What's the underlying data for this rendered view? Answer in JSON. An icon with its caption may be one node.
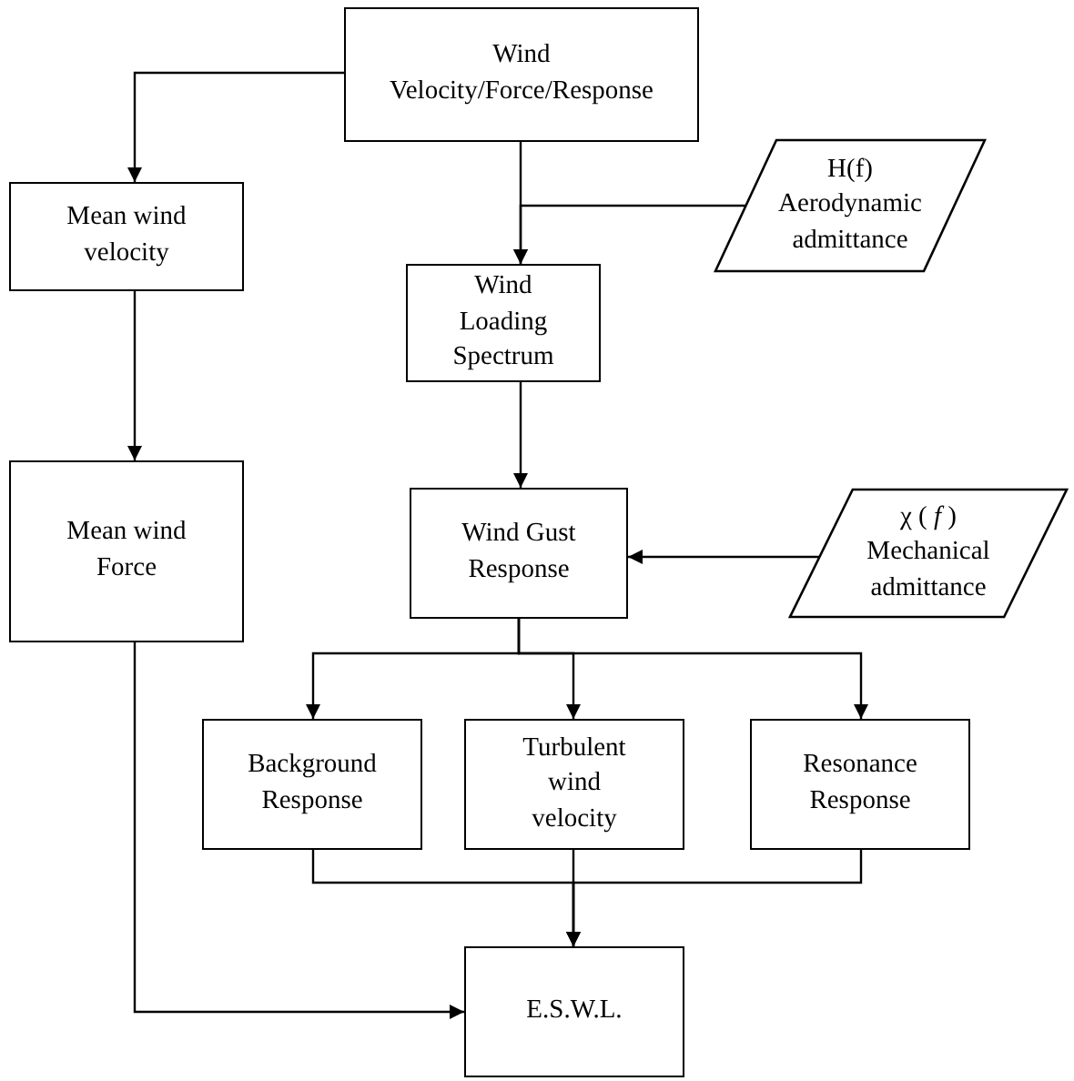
{
  "diagram": {
    "nodes": [
      {
        "text": [
          "Wind Velocity/Force/Response"
        ]
      },
      {
        "text": [
          "H(f)",
          "Aerodynamic admittance"
        ]
      },
      {
        "text": [
          "Mean wind velocity"
        ]
      },
      {
        "text": [
          "Wind Loading Spectrum"
        ]
      },
      {
        "text": [
          "Mean wind Force"
        ]
      },
      {
        "text": [
          "Wind Gust Response"
        ]
      },
      {
        "text": [
          "χ ( *f* )",
          "Mechanical admittance"
        ]
      },
      {
        "text": [
          "Background Response"
        ]
      },
      {
        "text": [
          "Turbulent wind velocity"
        ]
      },
      {
        "text": [
          "Resonance Response"
        ]
      },
      {
        "text": [
          "E.S.W.L."
        ]
      }
    ],
    "edges": [
      {
        "from": 0,
        "to": 2,
        "arrow": "to"
      },
      {
        "from": 0,
        "to": 3,
        "arrow": "to"
      },
      {
        "from": 1,
        "to": 3,
        "arrow": "to"
      },
      {
        "from": 2,
        "to": 4,
        "arrow": "to"
      },
      {
        "from": 3,
        "to": 5,
        "arrow": "to"
      },
      {
        "from": 6,
        "to": 5,
        "arrow": "to"
      },
      {
        "from": 5,
        "to": 7,
        "arrow": "to"
      },
      {
        "from": 5,
        "to": 8,
        "arrow": "to"
      },
      {
        "from": 5,
        "to": 9,
        "arrow": "to"
      },
      {
        "from": 7,
        "to": 10,
        "arrow": "to"
      },
      {
        "from": 8,
        "to": 10,
        "arrow": "to"
      },
      {
        "from": 9,
        "to": 10,
        "arrow": "to"
      },
      {
        "from": 4,
        "to": 10,
        "arrow": "to"
      }
    ]
  }
}
